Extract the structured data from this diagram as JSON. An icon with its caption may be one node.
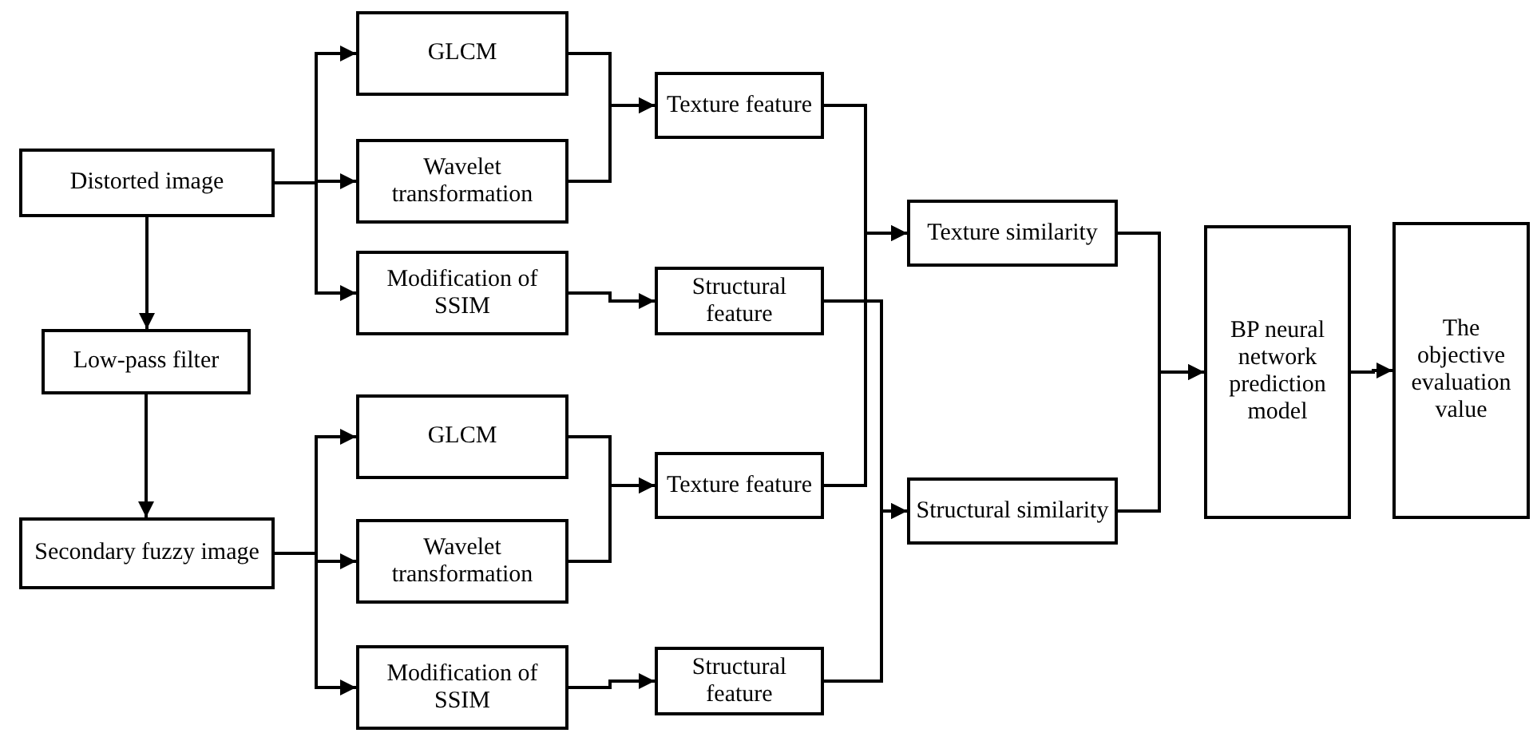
{
  "diagram": {
    "nodes": [
      {
        "text": [
          "Distorted image"
        ]
      },
      {
        "text": [
          "Low-pass filter"
        ]
      },
      {
        "text": [
          "Secondary fuzzy image"
        ]
      },
      {
        "text": [
          "GLCM"
        ]
      },
      {
        "text": [
          "Wavelet transformation"
        ]
      },
      {
        "text": [
          "Modification of SSIM"
        ]
      },
      {
        "text": [
          "Texture feature"
        ]
      },
      {
        "text": [
          "Structural feature"
        ]
      },
      {
        "text": [
          "GLCM"
        ]
      },
      {
        "text": [
          "Wavelet transformation"
        ]
      },
      {
        "text": [
          "Modification of SSIM"
        ]
      },
      {
        "text": [
          "Texture feature"
        ]
      },
      {
        "text": [
          "Structural feature"
        ]
      },
      {
        "text": [
          "Texture similarity"
        ]
      },
      {
        "text": [
          "Structural similarity"
        ]
      },
      {
        "text": [
          "BP neural network prediction model"
        ]
      },
      {
        "text": [
          "The objective evaluation value"
        ]
      }
    ],
    "edges": [
      {
        "from": 0,
        "to": 3,
        "arrow": "to"
      },
      {
        "from": 0,
        "to": 4,
        "arrow": "to"
      },
      {
        "from": 0,
        "to": 5,
        "arrow": "to"
      },
      {
        "from": 0,
        "to": 1,
        "arrow": "to"
      },
      {
        "from": 1,
        "to": 2,
        "arrow": "to"
      },
      {
        "from": 2,
        "to": 8,
        "arrow": "to"
      },
      {
        "from": 2,
        "to": 9,
        "arrow": "to"
      },
      {
        "from": 2,
        "to": 10,
        "arrow": "to"
      },
      {
        "from": 3,
        "to": 6,
        "arrow": "to"
      },
      {
        "from": 4,
        "to": 6,
        "arrow": "to"
      },
      {
        "from": 5,
        "to": 7,
        "arrow": "to"
      },
      {
        "from": 8,
        "to": 11,
        "arrow": "to"
      },
      {
        "from": 9,
        "to": 11,
        "arrow": "to"
      },
      {
        "from": 10,
        "to": 12,
        "arrow": "to"
      },
      {
        "from": 6,
        "to": 13,
        "arrow": "to"
      },
      {
        "from": 11,
        "to": 13,
        "arrow": "to"
      },
      {
        "from": 7,
        "to": 14,
        "arrow": "to"
      },
      {
        "from": 12,
        "to": 14,
        "arrow": "to"
      },
      {
        "from": 13,
        "to": 15,
        "arrow": "to"
      },
      {
        "from": 14,
        "to": 15,
        "arrow": "to"
      },
      {
        "from": 15,
        "to": 16,
        "arrow": "to"
      }
    ]
  }
}
